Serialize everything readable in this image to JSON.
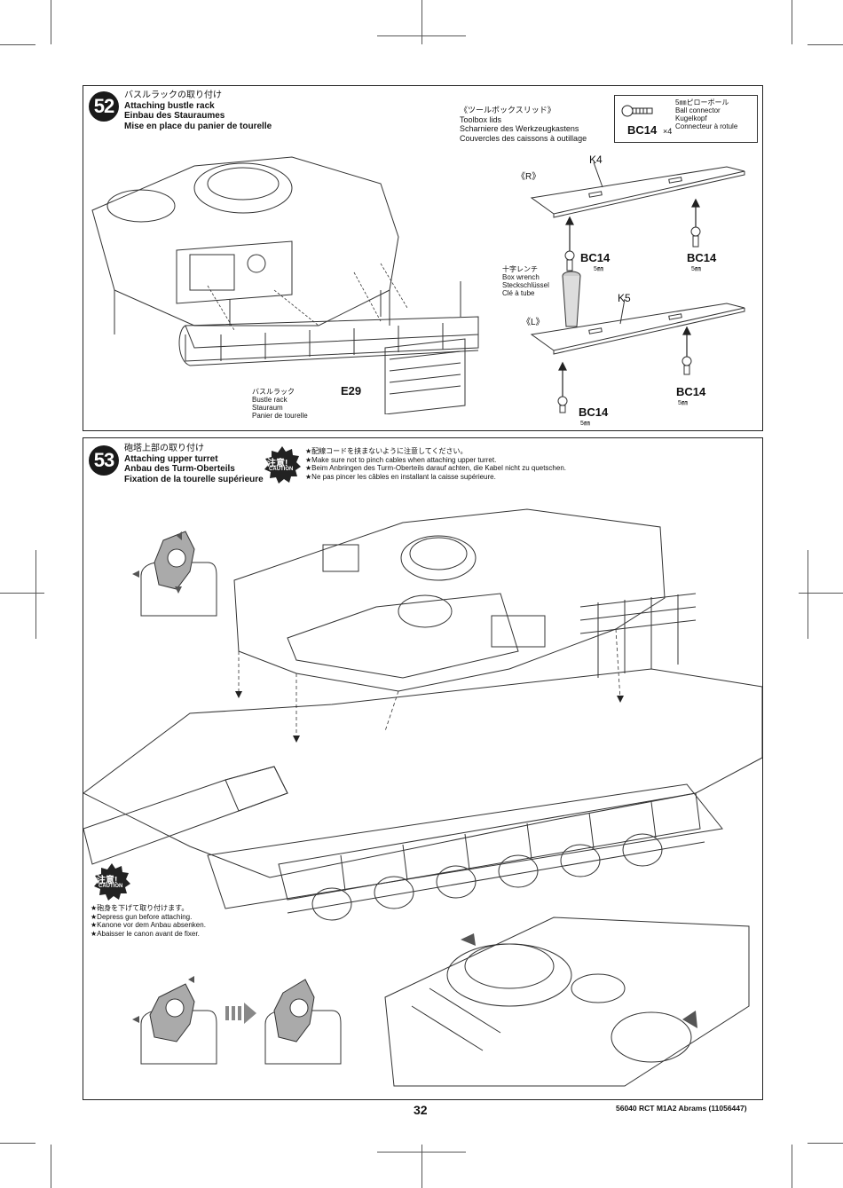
{
  "page_number": "32",
  "product_code": "56040  RCT M1A2 Abrams (11056447)",
  "step52": {
    "number": "52",
    "title_jp": "バスルラックの取り付け",
    "title_en": "Attaching bustle rack",
    "title_de": "Einbau des Stauraumes",
    "title_fr": "Mise en place du panier de tourelle",
    "toolbox": {
      "jp": "《ツールボックスリッド》",
      "en": "Toolbox lids",
      "de": "Scharniere des Werkzeugkastens",
      "fr": "Couvercles des caissons à outillage"
    },
    "ball_connector": {
      "jp": "5㎜ピローボール",
      "en": "Ball connector",
      "de": "Kugelkopf",
      "fr": "Connecteur à rotule",
      "part": "BC14",
      "qty": "×4"
    },
    "right_marker": "《R》",
    "left_marker": "《L》",
    "part_k4": "K4",
    "part_k5": "K5",
    "part_e29": "E29",
    "bc14": "BC14",
    "size_5mm": "5㎜",
    "box_wrench": {
      "jp": "十字レンチ",
      "en": "Box wrench",
      "de": "Steckschlüssel",
      "fr": "Clé à tube"
    },
    "bustle_rack": {
      "jp": "バスルラック",
      "en": "Bustle rack",
      "de": "Stauraum",
      "fr": "Panier de tourelle"
    }
  },
  "step53": {
    "number": "53",
    "title_jp": "砲塔上部の取り付け",
    "title_en": "Attaching upper turret",
    "title_de": "Anbau des Turm-Oberteils",
    "title_fr": "Fixation de la tourelle supérieure",
    "caution_jp": "注意!",
    "caution_en": "CAUTION",
    "caution_top": [
      "★配線コードを挟まないように注意してください。",
      "★Make sure not to pinch cables when attaching upper turret.",
      "★Beim Anbringen des Turm-Oberteils darauf achten, die Kabel nicht zu quetschen.",
      "★Ne pas pincer les câbles en installant la caisse supérieure."
    ],
    "caution_bottom": [
      "★砲身を下げて取り付けます。",
      "★Depress gun before attaching.",
      "★Kanone vor dem Anbau absenken.",
      "★Abaisser le canon avant de fixer."
    ]
  }
}
